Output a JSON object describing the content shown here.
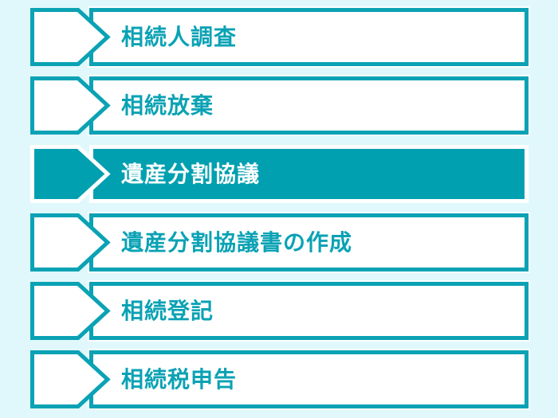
{
  "colors": {
    "background": "#e0f8fb",
    "teal": "#0aa2b4",
    "teal_fill": "#00a0b0",
    "active_text": "#ffffff"
  },
  "flow": {
    "steps": [
      {
        "label": "相続人調査",
        "active": false
      },
      {
        "label": "相続放棄",
        "active": false
      },
      {
        "label": "遺産分割協議",
        "active": true
      },
      {
        "label": "遺産分割協議書の作成",
        "active": false
      },
      {
        "label": "相続登記",
        "active": false
      },
      {
        "label": "相続税申告",
        "active": false
      }
    ]
  }
}
